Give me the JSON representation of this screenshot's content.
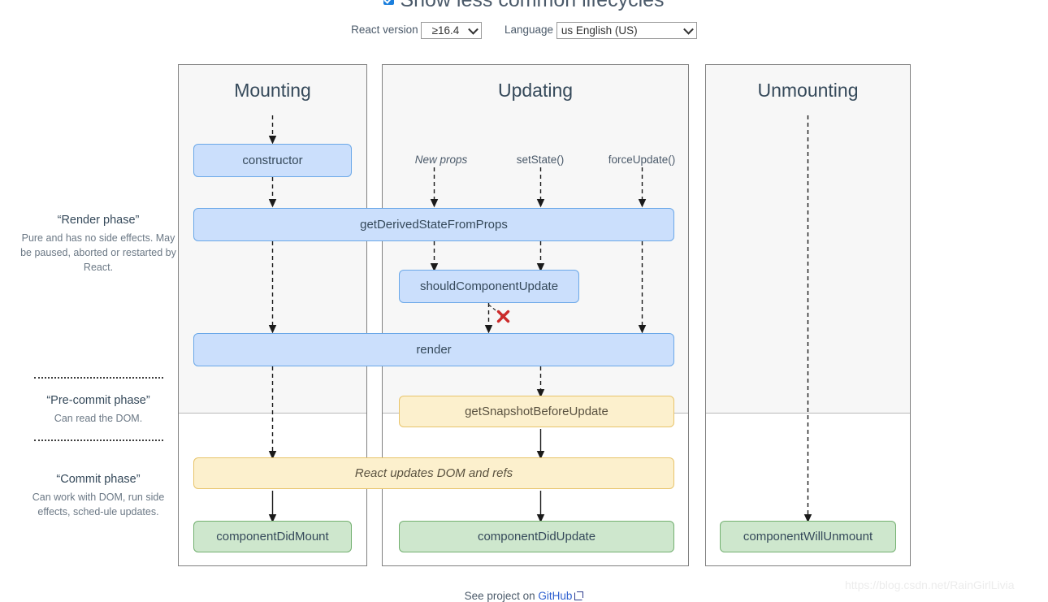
{
  "controls": {
    "checkbox_label": "Show less common lifecycles",
    "checkbox_checked": true,
    "react_version_label": "React version",
    "react_version_value": "≥16.4",
    "language_label": "Language",
    "language_value": "us English (US)"
  },
  "phases": [
    {
      "id": "render",
      "title": "“Render phase”",
      "desc": "Pure and has no side effects. May be paused, aborted or restarted by React."
    },
    {
      "id": "pre-commit",
      "title": "“Pre-commit phase”",
      "desc": "Can read the DOM."
    },
    {
      "id": "commit",
      "title": "“Commit phase”",
      "desc": "Can work with DOM, run side effects, sched-ule updates."
    }
  ],
  "columns": [
    {
      "id": "mounting",
      "title": "Mounting"
    },
    {
      "id": "updating",
      "title": "Updating"
    },
    {
      "id": "unmounting",
      "title": "Unmounting"
    }
  ],
  "triggers": [
    {
      "id": "new-props",
      "label": "New props",
      "italic": true
    },
    {
      "id": "set-state",
      "label": "setState()",
      "italic": false
    },
    {
      "id": "force-update",
      "label": "forceUpdate()",
      "italic": false
    }
  ],
  "lifecycle_boxes": [
    {
      "id": "constructor",
      "label": "constructor",
      "color": "blue"
    },
    {
      "id": "get-derived-state-from-props",
      "label": "getDerivedStateFromProps",
      "color": "blue"
    },
    {
      "id": "should-component-update",
      "label": "shouldComponentUpdate",
      "color": "blue"
    },
    {
      "id": "render",
      "label": "render",
      "color": "blue"
    },
    {
      "id": "get-snapshot-before-update",
      "label": "getSnapshotBeforeUpdate",
      "color": "yellow"
    },
    {
      "id": "react-updates-dom",
      "label": "React updates DOM and refs",
      "color": "yellow",
      "italic": true
    },
    {
      "id": "component-did-mount",
      "label": "componentDidMount",
      "color": "green"
    },
    {
      "id": "component-did-update",
      "label": "componentDidUpdate",
      "color": "green"
    },
    {
      "id": "component-will-unmount",
      "label": "componentWillUnmount",
      "color": "green"
    }
  ],
  "footer": {
    "text_before": "See project on ",
    "link_label": "GitHub"
  },
  "watermark": "https://blog.csdn.net/RainGirlLivia",
  "colors": {
    "blue_fill": "#cbdffc",
    "blue_border": "#6ba8e8",
    "yellow_fill": "#fcf0cd",
    "yellow_border": "#e8c46b",
    "green_fill": "#cee7cd",
    "green_border": "#73b070",
    "column_bg": "#f7f7f7",
    "x_mark": "#cc2b2b",
    "link": "#2d5fd0"
  }
}
